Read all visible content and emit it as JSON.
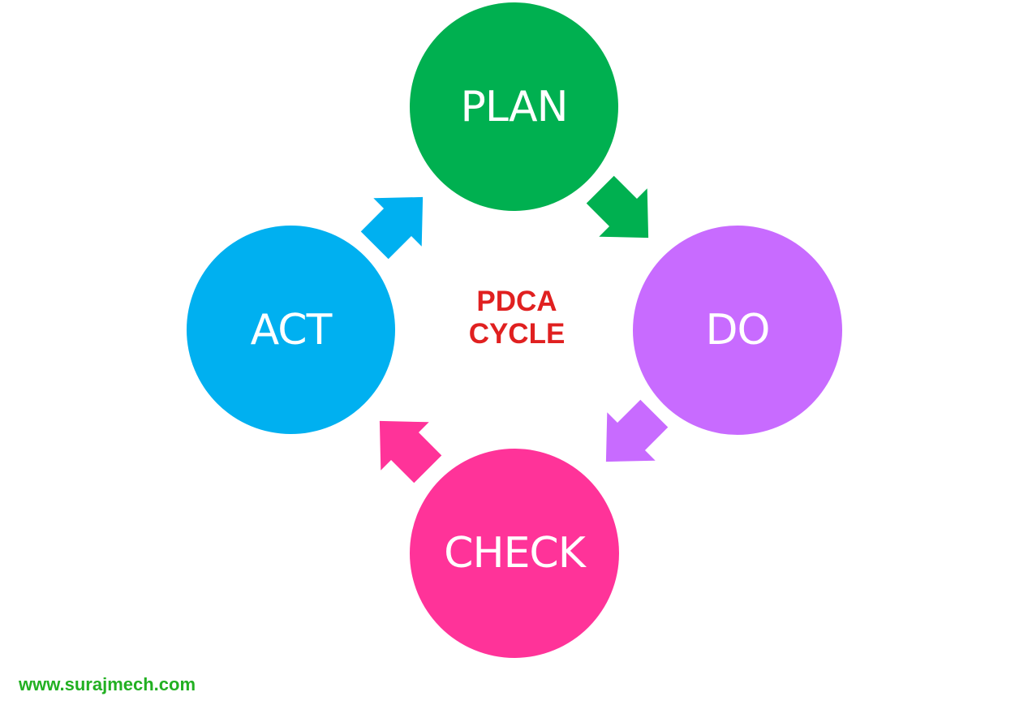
{
  "diagram": {
    "center": {
      "line1": "PDCA",
      "line2": "CYCLE",
      "color": "#e02020"
    },
    "nodes": [
      {
        "id": "plan",
        "label": "PLAN",
        "color": "#00b050"
      },
      {
        "id": "do",
        "label": "DO",
        "color": "#c86bff"
      },
      {
        "id": "check",
        "label": "CHECK",
        "color": "#ff3399"
      },
      {
        "id": "act",
        "label": "ACT",
        "color": "#00b0f0"
      }
    ],
    "arrows": [
      {
        "from": "plan",
        "to": "do",
        "color": "#00b050"
      },
      {
        "from": "do",
        "to": "check",
        "color": "#c86bff"
      },
      {
        "from": "check",
        "to": "act",
        "color": "#ff3399"
      },
      {
        "from": "act",
        "to": "plan",
        "color": "#00b0f0"
      }
    ]
  },
  "footer": {
    "url": "www.surajmech.com",
    "color": "#22b022"
  }
}
